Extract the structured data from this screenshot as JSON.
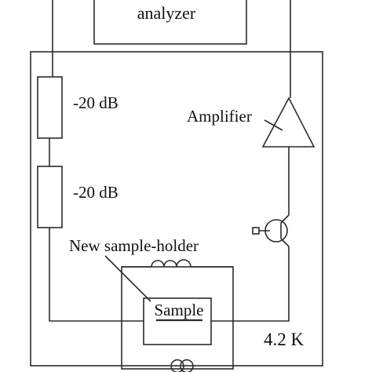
{
  "diagram": {
    "analyzer_label": "analyzer",
    "attenuator_1_label": "-20 dB",
    "attenuator_2_label": "-20 dB",
    "amplifier_label": "Amplifier",
    "sample_holder_label": "New sample-holder",
    "sample_label": "Sample",
    "temperature_label": "4.2 K"
  }
}
